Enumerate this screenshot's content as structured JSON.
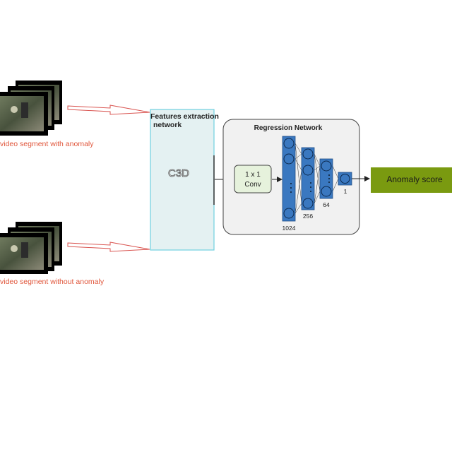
{
  "inputs": {
    "top_label": "video segment with anomaly",
    "bottom_label": "video segment without anomaly"
  },
  "feature_extractor": {
    "title_line1": "Features extraction",
    "title_line2": "network",
    "model": "C3D"
  },
  "regression": {
    "title": "Regression Network",
    "conv_line1": "1 x 1",
    "conv_line2": "Conv",
    "layer_sizes": [
      "1024",
      "256",
      "64",
      "1"
    ]
  },
  "output": {
    "label": "Anomaly score"
  },
  "colors": {
    "arrow_red": "#d9534f",
    "label_red": "#e0553a",
    "feature_box_fill": "#e4f1f2",
    "feature_box_border": "#6fd0e0",
    "regression_bg": "#f1f1f1",
    "conv_fill": "#e6f2dc",
    "layer_blue": "#3a78c0",
    "output_green": "#7a9a10"
  }
}
